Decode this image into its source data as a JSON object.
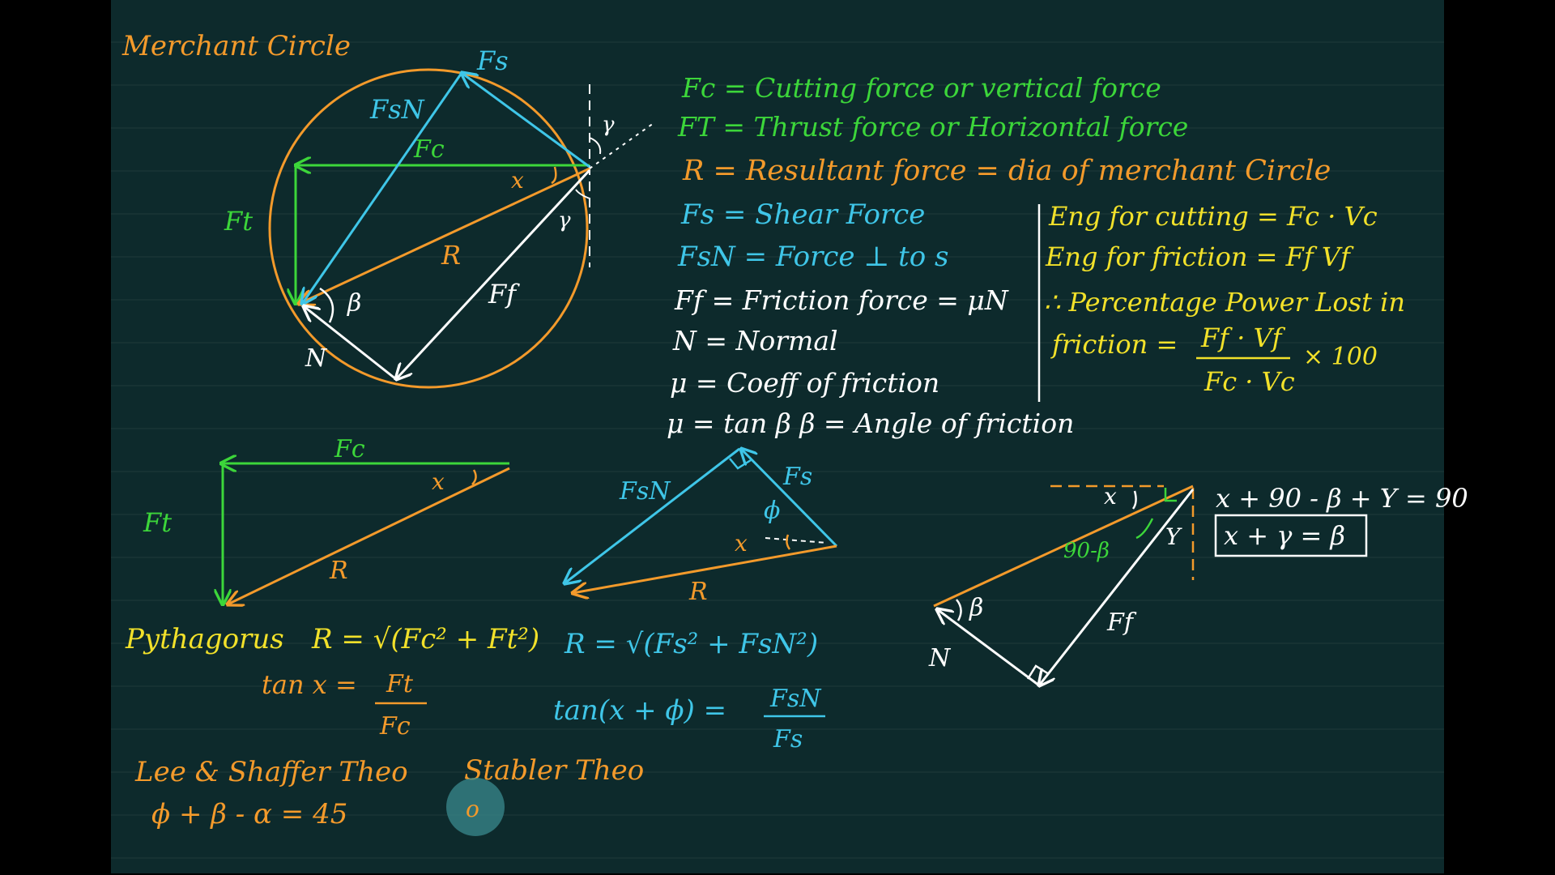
{
  "colors": {
    "background": "#0d2a2c",
    "orange": "#f39a2b",
    "green": "#3cd63a",
    "cyan": "#3fc6e8",
    "white": "#ffffff",
    "yellow": "#f2e12a"
  },
  "title": "Merchant Circle",
  "circle_labels": {
    "fs": "Fs",
    "fsn": "FsN",
    "fc": "Fc",
    "ft": "Ft",
    "r": "R",
    "ff": "Ff",
    "n": "N",
    "beta": "β",
    "alpha": "x",
    "gamma": "γ"
  },
  "definitions": {
    "fc": "Fc = Cutting force or vertical force",
    "ft": "FT = Thrust force or Horizontal force",
    "r": "R = Resultant force = dia of merchant Circle",
    "fs": "Fs = Shear Force",
    "fsn": "FsN = Force ⊥ to s",
    "ff": "Ff = Friction force = μN",
    "n": "N = Normal",
    "mu": "μ = Coeff of friction",
    "mu_tan": "μ = tan β   β = Angle of friction"
  },
  "energy": {
    "cutting": "Eng for cutting = Fc · Vc",
    "friction": "Eng for friction = Ff Vf",
    "percent": "∴ Percentage Power Lost in",
    "friction_label": "friction =",
    "numerator": "Ff · Vf",
    "denominator": "Fc · Vc",
    "times": "× 100"
  },
  "triangle1": {
    "fc": "Fc",
    "ft": "Ft",
    "r": "R",
    "alpha": "x",
    "pythagoras_label": "Pythagorus",
    "pythagoras": "R = √(Fc² + Ft²)",
    "tan_lhs": "tan x =",
    "tan_num": "Ft",
    "tan_den": "Fc"
  },
  "triangle2": {
    "fsn": "FsN",
    "fs": "Fs",
    "r": "R",
    "phi": "ϕ",
    "alpha": "x",
    "formula": "R = √(Fs² + FsN²)",
    "tan_lhs": "tan(x + ϕ) =",
    "tan_num": "FsN",
    "tan_den": "Fs"
  },
  "triangle3": {
    "alpha": "x",
    "gamma": "Y",
    "ninety_beta": "90-β",
    "beta": "β",
    "n": "N",
    "ff": "Ff",
    "eq1": "x + 90 - β + Y = 90",
    "eq2": "x + γ = β"
  },
  "theories": {
    "lee": "Lee & Shaffer Theo",
    "lee_eq": "ϕ + β - α = 45",
    "stabler": "Stabler Theo",
    "cursor_mark": "o"
  }
}
